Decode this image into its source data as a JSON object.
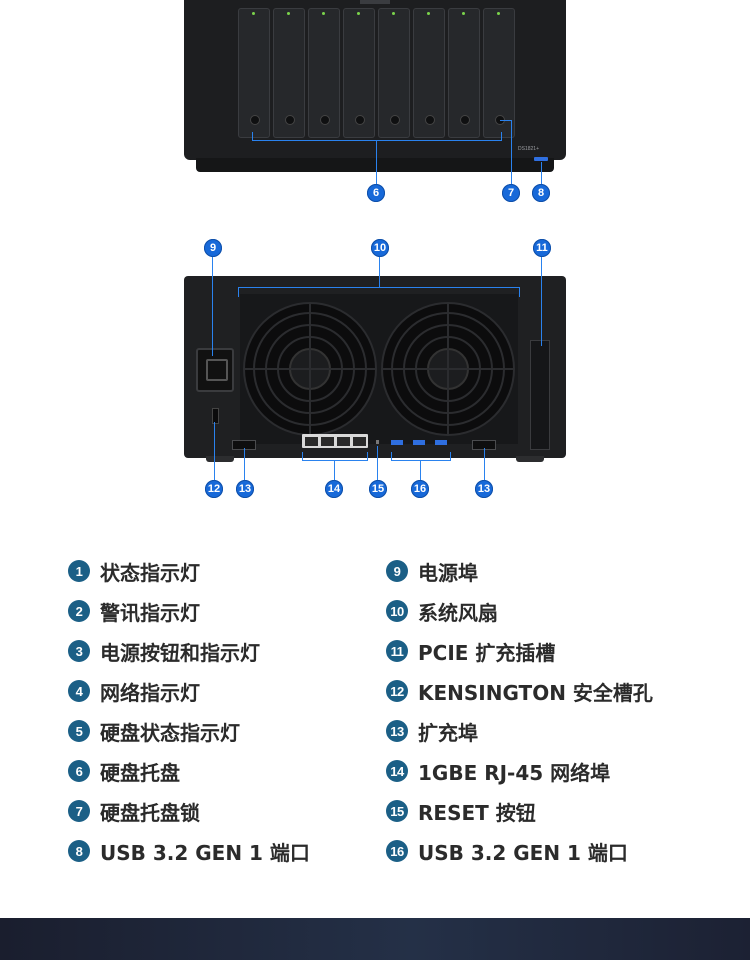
{
  "front_device": {
    "model_label": "DS1821+",
    "callouts": [
      "6",
      "7",
      "8"
    ]
  },
  "rear_device": {
    "callouts": [
      "9",
      "10",
      "11",
      "12",
      "13",
      "14",
      "15",
      "16",
      "13"
    ]
  },
  "legend": {
    "left": [
      {
        "num": "1",
        "label": "状态指示灯"
      },
      {
        "num": "2",
        "label": "警讯指示灯"
      },
      {
        "num": "3",
        "label": "电源按钮和指示灯"
      },
      {
        "num": "4",
        "label": "网络指示灯"
      },
      {
        "num": "5",
        "label": "硬盘状态指示灯"
      },
      {
        "num": "6",
        "label": "硬盘托盘"
      },
      {
        "num": "7",
        "label": "硬盘托盘锁"
      },
      {
        "num": "8",
        "label": "USB 3.2 GEN 1 端口"
      }
    ],
    "right": [
      {
        "num": "9",
        "label": "电源埠"
      },
      {
        "num": "10",
        "label": "系统风扇"
      },
      {
        "num": "11",
        "label": "PCIE 扩充插槽"
      },
      {
        "num": "12",
        "label": "KENSINGTON 安全槽孔"
      },
      {
        "num": "13",
        "label": "扩充埠"
      },
      {
        "num": "14",
        "label": "1GBE RJ-45 网络埠"
      },
      {
        "num": "15",
        "label": "RESET 按钮"
      },
      {
        "num": "16",
        "label": "USB 3.2 GEN 1 端口"
      }
    ]
  },
  "colors": {
    "callout_badge": "#1769d9",
    "leader_line": "#2a82ee",
    "legend_number": "#1b5f86",
    "legend_text": "#2b2b2b",
    "device_body": "#1d1e20",
    "drive_led": "#7bd34b",
    "usb_port": "#2f6fe0",
    "footer_band": "#1f2740"
  }
}
